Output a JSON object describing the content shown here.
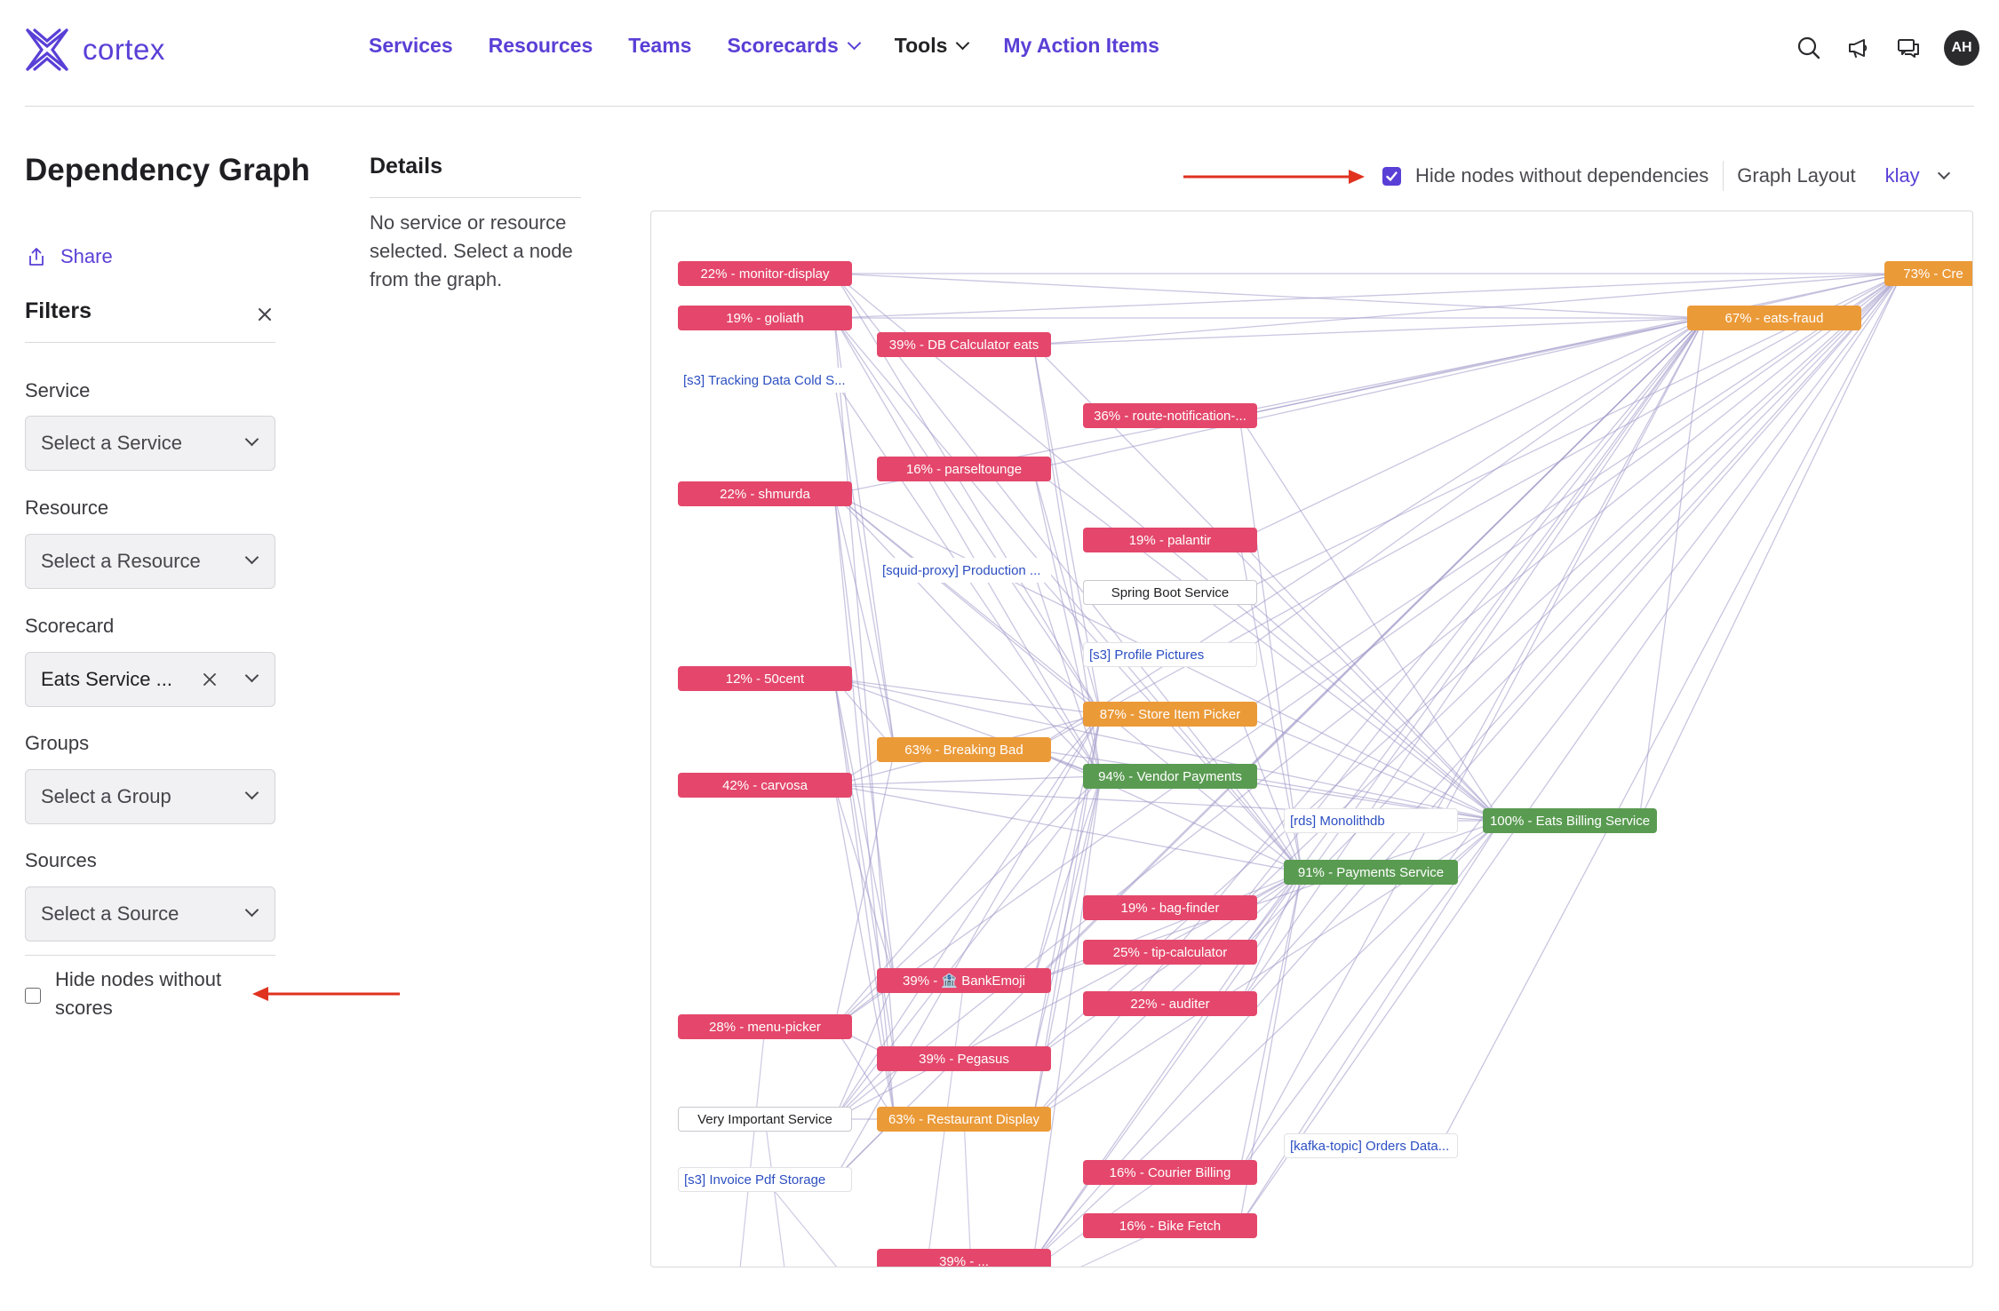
{
  "app": {
    "name": "cortex"
  },
  "nav": {
    "items": [
      {
        "label": "Services"
      },
      {
        "label": "Resources"
      },
      {
        "label": "Teams"
      },
      {
        "label": "Scorecards"
      },
      {
        "label": "Tools"
      },
      {
        "label": "My Action Items"
      }
    ]
  },
  "user": {
    "initials": "AH"
  },
  "page": {
    "title": "Dependency Graph",
    "share_label": "Share"
  },
  "filters": {
    "title": "Filters",
    "service": {
      "label": "Service",
      "value": "Select a Service"
    },
    "resource": {
      "label": "Resource",
      "value": "Select a Resource"
    },
    "scorecard": {
      "label": "Scorecard",
      "value": "Eats Service ..."
    },
    "groups": {
      "label": "Groups",
      "value": "Select a Group"
    },
    "sources": {
      "label": "Sources",
      "value": "Select a Source"
    },
    "hide_no_scores": {
      "label": "Hide nodes without scores",
      "checked": false
    }
  },
  "details": {
    "title": "Details",
    "text": "No service or resource selected. Select a node from the graph."
  },
  "graph_controls": {
    "hide_no_deps_label": "Hide nodes without dependencies",
    "hide_no_deps_checked": true,
    "layout_label": "Graph Layout",
    "layout_value": "klay"
  },
  "colors": {
    "accent": "#5a3fd6",
    "red": "#e4476b",
    "orange": "#eb9a38",
    "green": "#5a9b52",
    "edge": "#9c96c6",
    "annotation": "#e0321f"
  },
  "graph": {
    "nodes": [
      {
        "id": "n1",
        "label": "22% - monitor-display",
        "kind": "red"
      },
      {
        "id": "n2",
        "label": "19% - goliath",
        "kind": "red"
      },
      {
        "id": "n3",
        "label": "[s3] Tracking Data Cold S...",
        "kind": "res"
      },
      {
        "id": "n4",
        "label": "22% - shmurda",
        "kind": "red"
      },
      {
        "id": "n5",
        "label": "12% - 50cent",
        "kind": "red"
      },
      {
        "id": "n6",
        "label": "42% - carvosa",
        "kind": "red"
      },
      {
        "id": "n7",
        "label": "28% - menu-picker",
        "kind": "red"
      },
      {
        "id": "n8",
        "label": "Very Important Service",
        "kind": "white"
      },
      {
        "id": "n9",
        "label": "[s3] Invoice Pdf Storage",
        "kind": "res"
      },
      {
        "id": "n10",
        "label": "39% - DB Calculator eats",
        "kind": "red"
      },
      {
        "id": "n11",
        "label": "16% - parseltounge",
        "kind": "red"
      },
      {
        "id": "n12",
        "label": "[squid-proxy] Production ...",
        "kind": "res"
      },
      {
        "id": "n13",
        "label": "63% - Breaking Bad",
        "kind": "orange"
      },
      {
        "id": "n14",
        "label": "39% - 🏦 BankEmoji",
        "kind": "red"
      },
      {
        "id": "n15",
        "label": "39% - Pegasus",
        "kind": "red"
      },
      {
        "id": "n16",
        "label": "63% - Restaurant Display",
        "kind": "orange"
      },
      {
        "id": "n17",
        "label": "36% - route-notification-...",
        "kind": "red"
      },
      {
        "id": "n18",
        "label": "19% - palantir",
        "kind": "red"
      },
      {
        "id": "n19",
        "label": "Spring Boot Service",
        "kind": "white"
      },
      {
        "id": "n20",
        "label": "[s3] Profile Pictures",
        "kind": "res"
      },
      {
        "id": "n21",
        "label": "87% - Store Item Picker",
        "kind": "orange"
      },
      {
        "id": "n22",
        "label": "94% - Vendor Payments",
        "kind": "green"
      },
      {
        "id": "n23",
        "label": "19% - bag-finder",
        "kind": "red"
      },
      {
        "id": "n24",
        "label": "25% - tip-calculator",
        "kind": "red"
      },
      {
        "id": "n25",
        "label": "22% - auditer",
        "kind": "red"
      },
      {
        "id": "n26",
        "label": "16% - Courier Billing",
        "kind": "red"
      },
      {
        "id": "n27",
        "label": "16% - Bike Fetch",
        "kind": "red"
      },
      {
        "id": "n28",
        "label": "[rds] Monolithdb",
        "kind": "res"
      },
      {
        "id": "n29",
        "label": "91% - Payments Service",
        "kind": "green"
      },
      {
        "id": "n30",
        "label": "[kafka-topic] Orders Data...",
        "kind": "res"
      },
      {
        "id": "n31",
        "label": "100% - Eats Billing Service",
        "kind": "green"
      },
      {
        "id": "n32",
        "label": "67% - eats-fraud",
        "kind": "orange"
      },
      {
        "id": "n33",
        "label": "73% - Cre",
        "kind": "orange"
      },
      {
        "id": "n34",
        "label": "39% - ...",
        "kind": "red"
      }
    ]
  }
}
